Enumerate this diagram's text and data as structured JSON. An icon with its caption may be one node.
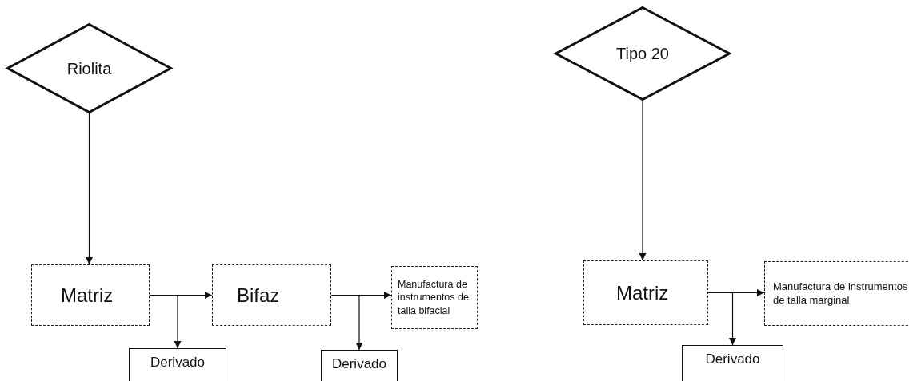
{
  "diagram": {
    "nodes": [
      {
        "text": [
          "Riolita"
        ]
      },
      {
        "text": [
          "Matriz"
        ]
      },
      {
        "text": [
          "Bifaz"
        ]
      },
      {
        "text": [
          "Manufactura de instrumentos de talla bifacial"
        ]
      },
      {
        "text": [
          "Derivado"
        ]
      },
      {
        "text": [
          "Derivado"
        ]
      },
      {
        "text": [
          "Tipo 20"
        ]
      },
      {
        "text": [
          "Matriz"
        ]
      },
      {
        "text": [
          "Manufactura de instrumentos de talla marginal"
        ]
      },
      {
        "text": [
          "Derivado"
        ]
      }
    ],
    "edges": [
      {
        "from": 0,
        "to": 1,
        "arrow": "to"
      },
      {
        "from": 1,
        "to": 2,
        "arrow": "to"
      },
      {
        "from": 1,
        "to": 4,
        "arrow": "to"
      },
      {
        "from": 2,
        "to": 3,
        "arrow": "to"
      },
      {
        "from": 2,
        "to": 5,
        "arrow": "to"
      },
      {
        "from": 6,
        "to": 7,
        "arrow": "to"
      },
      {
        "from": 7,
        "to": 8,
        "arrow": "to"
      },
      {
        "from": 7,
        "to": 9,
        "arrow": "to"
      }
    ]
  }
}
